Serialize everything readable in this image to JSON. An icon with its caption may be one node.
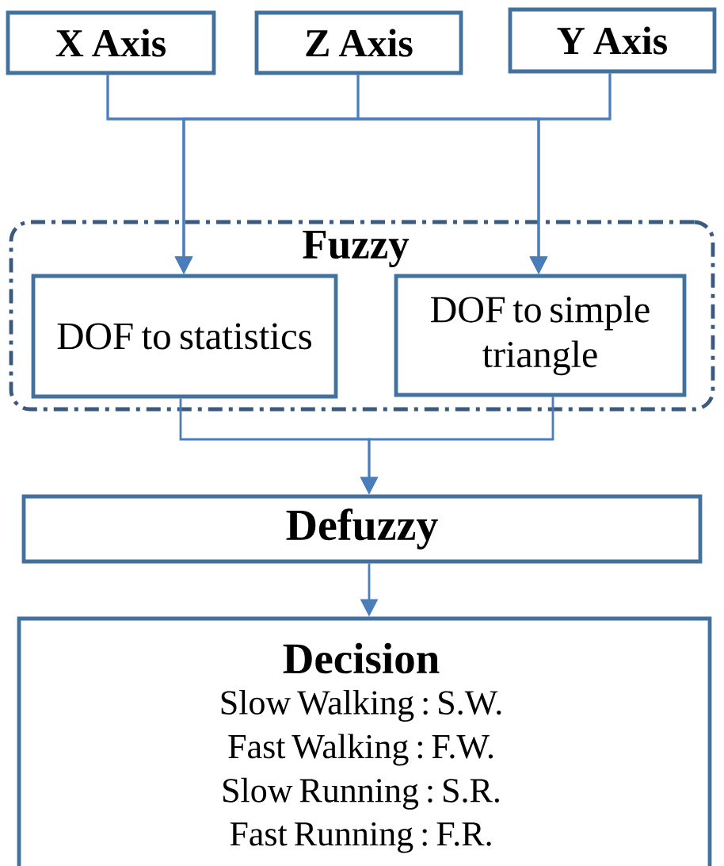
{
  "diagram": {
    "nodes": [
      {
        "text": [
          "X Axis"
        ]
      },
      {
        "text": [
          "Z Axis"
        ]
      },
      {
        "text": [
          "Y Axis"
        ]
      },
      {
        "text": [
          "Fuzzy"
        ]
      },
      {
        "text": [
          "DOF to statistics"
        ],
        "in": 3
      },
      {
        "text": [
          "DOF to simple triangle"
        ],
        "in": 3
      },
      {
        "text": [
          "Defuzzy"
        ]
      },
      {
        "text": [
          "Decision",
          "Slow Walking : S.W.",
          "Fast Walking : F.W.",
          "Slow Running : S.R.",
          "Fast Running : F.R."
        ]
      }
    ],
    "edges": [
      {
        "from": 0,
        "to": 4,
        "arrow": "to"
      },
      {
        "from": 0,
        "to": 5,
        "arrow": "to"
      },
      {
        "from": 1,
        "to": 4,
        "arrow": "to"
      },
      {
        "from": 1,
        "to": 5,
        "arrow": "to"
      },
      {
        "from": 2,
        "to": 4,
        "arrow": "to"
      },
      {
        "from": 2,
        "to": 5,
        "arrow": "to"
      },
      {
        "from": 4,
        "to": 6,
        "arrow": "to"
      },
      {
        "from": 5,
        "to": 6,
        "arrow": "to"
      },
      {
        "from": 6,
        "to": 7,
        "arrow": "to"
      }
    ]
  }
}
